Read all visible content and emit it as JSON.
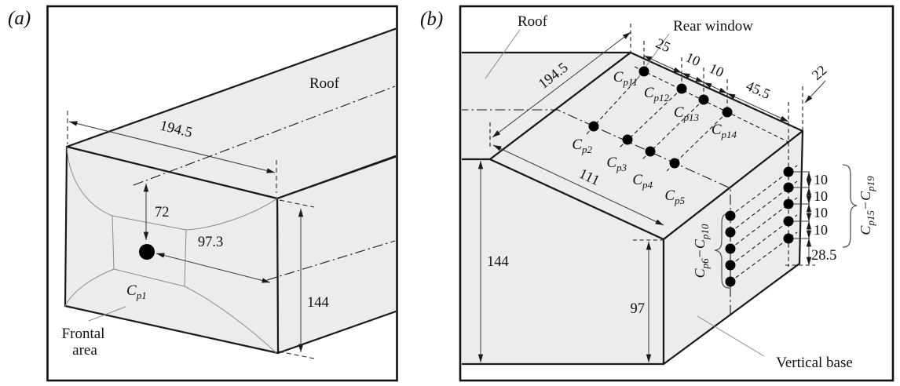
{
  "figure_colors": {
    "face_fill": "#ececec",
    "line": "#1a1a1a",
    "background": "#ffffff"
  },
  "panel_a": {
    "tag": "(a)",
    "roof_label": "Roof",
    "frontal_label_line1": "Frontal",
    "frontal_label_line2": "area",
    "tap_cp1": {
      "c": "C",
      "sub": "p1"
    },
    "dims": {
      "roof_length": "194.5",
      "tap_from_centerline": "72",
      "tap_from_side": "97.3",
      "height": "144"
    }
  },
  "panel_b": {
    "tag": "(b)",
    "roof_label": "Roof",
    "rear_window_label": "Rear window",
    "vertical_base_label": "Vertical base",
    "dims": {
      "roof_length": "194.5",
      "window_s1": "25",
      "window_s2": "10",
      "window_s3": "10",
      "window_s4": "45.5",
      "edge_offset": "22",
      "slant_length": "111",
      "height": "144",
      "base_height": "97",
      "base_s1": "10",
      "base_s2": "10",
      "base_s3": "10",
      "base_s4": "10",
      "base_bottom": "28.5"
    },
    "taps": {
      "cp11": {
        "c": "C",
        "sub": "p11"
      },
      "cp12": {
        "c": "C",
        "sub": "p12"
      },
      "cp13": {
        "c": "C",
        "sub": "p13"
      },
      "cp14": {
        "c": "C",
        "sub": "p14"
      },
      "cp2": {
        "c": "C",
        "sub": "p2"
      },
      "cp3": {
        "c": "C",
        "sub": "p3"
      },
      "cp4": {
        "c": "C",
        "sub": "p4"
      },
      "cp5": {
        "c": "C",
        "sub": "p5"
      }
    },
    "range_left": {
      "c1": "C",
      "s1": "p6",
      "c2": "−C",
      "s2": "p10"
    },
    "range_right": {
      "c1": "C",
      "s1": "p15",
      "c2": "−C",
      "s2": "p19"
    }
  }
}
